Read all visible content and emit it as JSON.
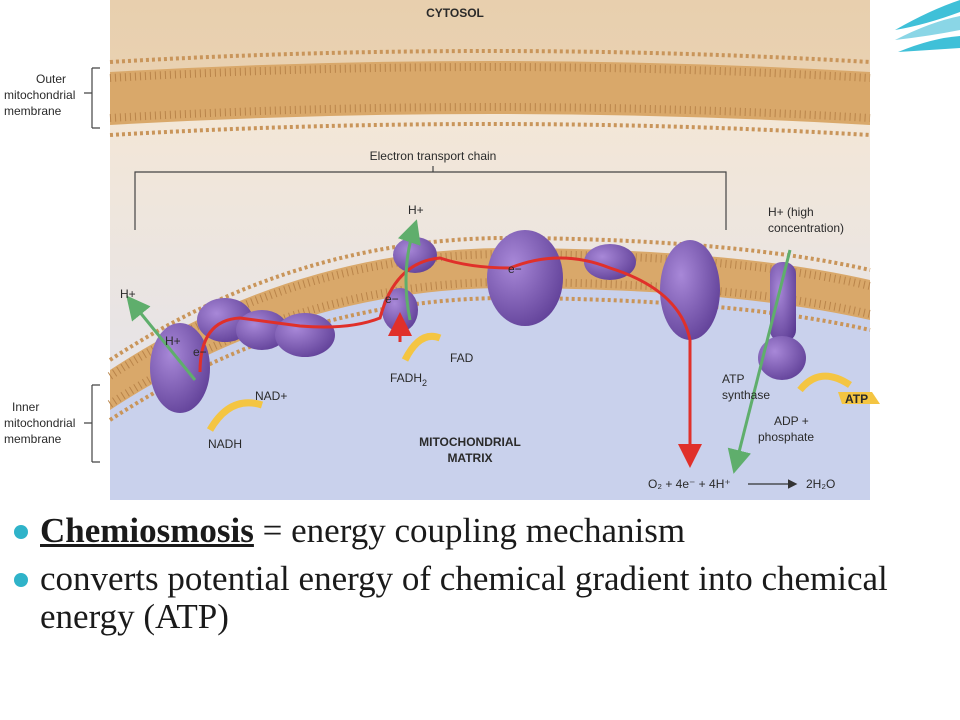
{
  "colors": {
    "bullet": "#2fb3c9",
    "accent": "#3fc0d8",
    "protein": "#7b55b3",
    "electron_arrow": "#e0302a",
    "proton_arrow": "#5fae6c",
    "membrane": "#d9a86a",
    "matrix": "#c9d1ec"
  },
  "diagram": {
    "cytosol": "CYTOSOL",
    "outer_membrane": [
      "Outer",
      "mitochondrial",
      "membrane"
    ],
    "inner_membrane": [
      "Inner",
      "mitochondrial",
      "membrane"
    ],
    "etc": "Electron transport chain",
    "h1": "H+",
    "h2": "H+",
    "h3": "H+",
    "h_high": [
      "H+ (high",
      "concentration)"
    ],
    "e1": "e−",
    "e2": "e−",
    "e3": "e−",
    "nadh": "NADH",
    "nadp": "NAD+",
    "fadh2": "FADH",
    "fadh2_sub": "2",
    "fad": "FAD",
    "matrix": [
      "MITOCHONDRIAL",
      "MATRIX"
    ],
    "atp_synthase": [
      "ATP",
      "synthase"
    ],
    "atp": "ATP",
    "adp": [
      "ADP +",
      "phosphate"
    ],
    "equation_left": "O₂ + 4e⁻ + 4H⁺",
    "equation_right": "2H₂O"
  },
  "bullets": [
    {
      "term": "Chemiosmosis",
      "text": " = energy coupling mechanism"
    },
    {
      "term": "",
      "text": "converts potential energy of chemical gradient into chemical energy (ATP)"
    }
  ]
}
